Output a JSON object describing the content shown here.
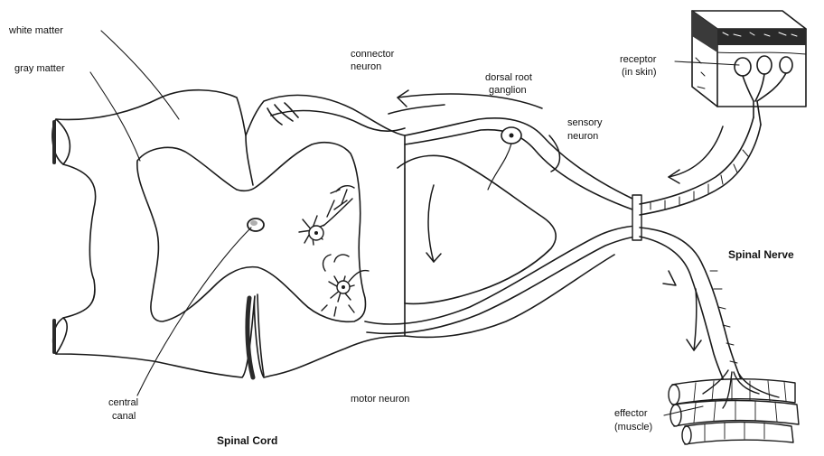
{
  "labels": {
    "white_matter": "white matter",
    "gray_matter": "gray matter",
    "connector_neuron_1": "connector",
    "connector_neuron_2": "neuron",
    "dorsal_root_1": "dorsal root",
    "dorsal_root_2": "ganglion",
    "sensory_neuron_1": "sensory",
    "sensory_neuron_2": "neuron",
    "receptor_1": "receptor",
    "receptor_2": "(in skin)",
    "spinal_nerve": "Spinal Nerve",
    "central_canal_1": "central",
    "central_canal_2": "canal",
    "motor_neuron": "motor neuron",
    "spinal_cord": "Spinal Cord",
    "effector_1": "effector",
    "effector_2": "(muscle)"
  },
  "colors": {
    "ink": "#1a1a1a",
    "paper": "#ffffff",
    "shade": "#3a3a3a"
  }
}
